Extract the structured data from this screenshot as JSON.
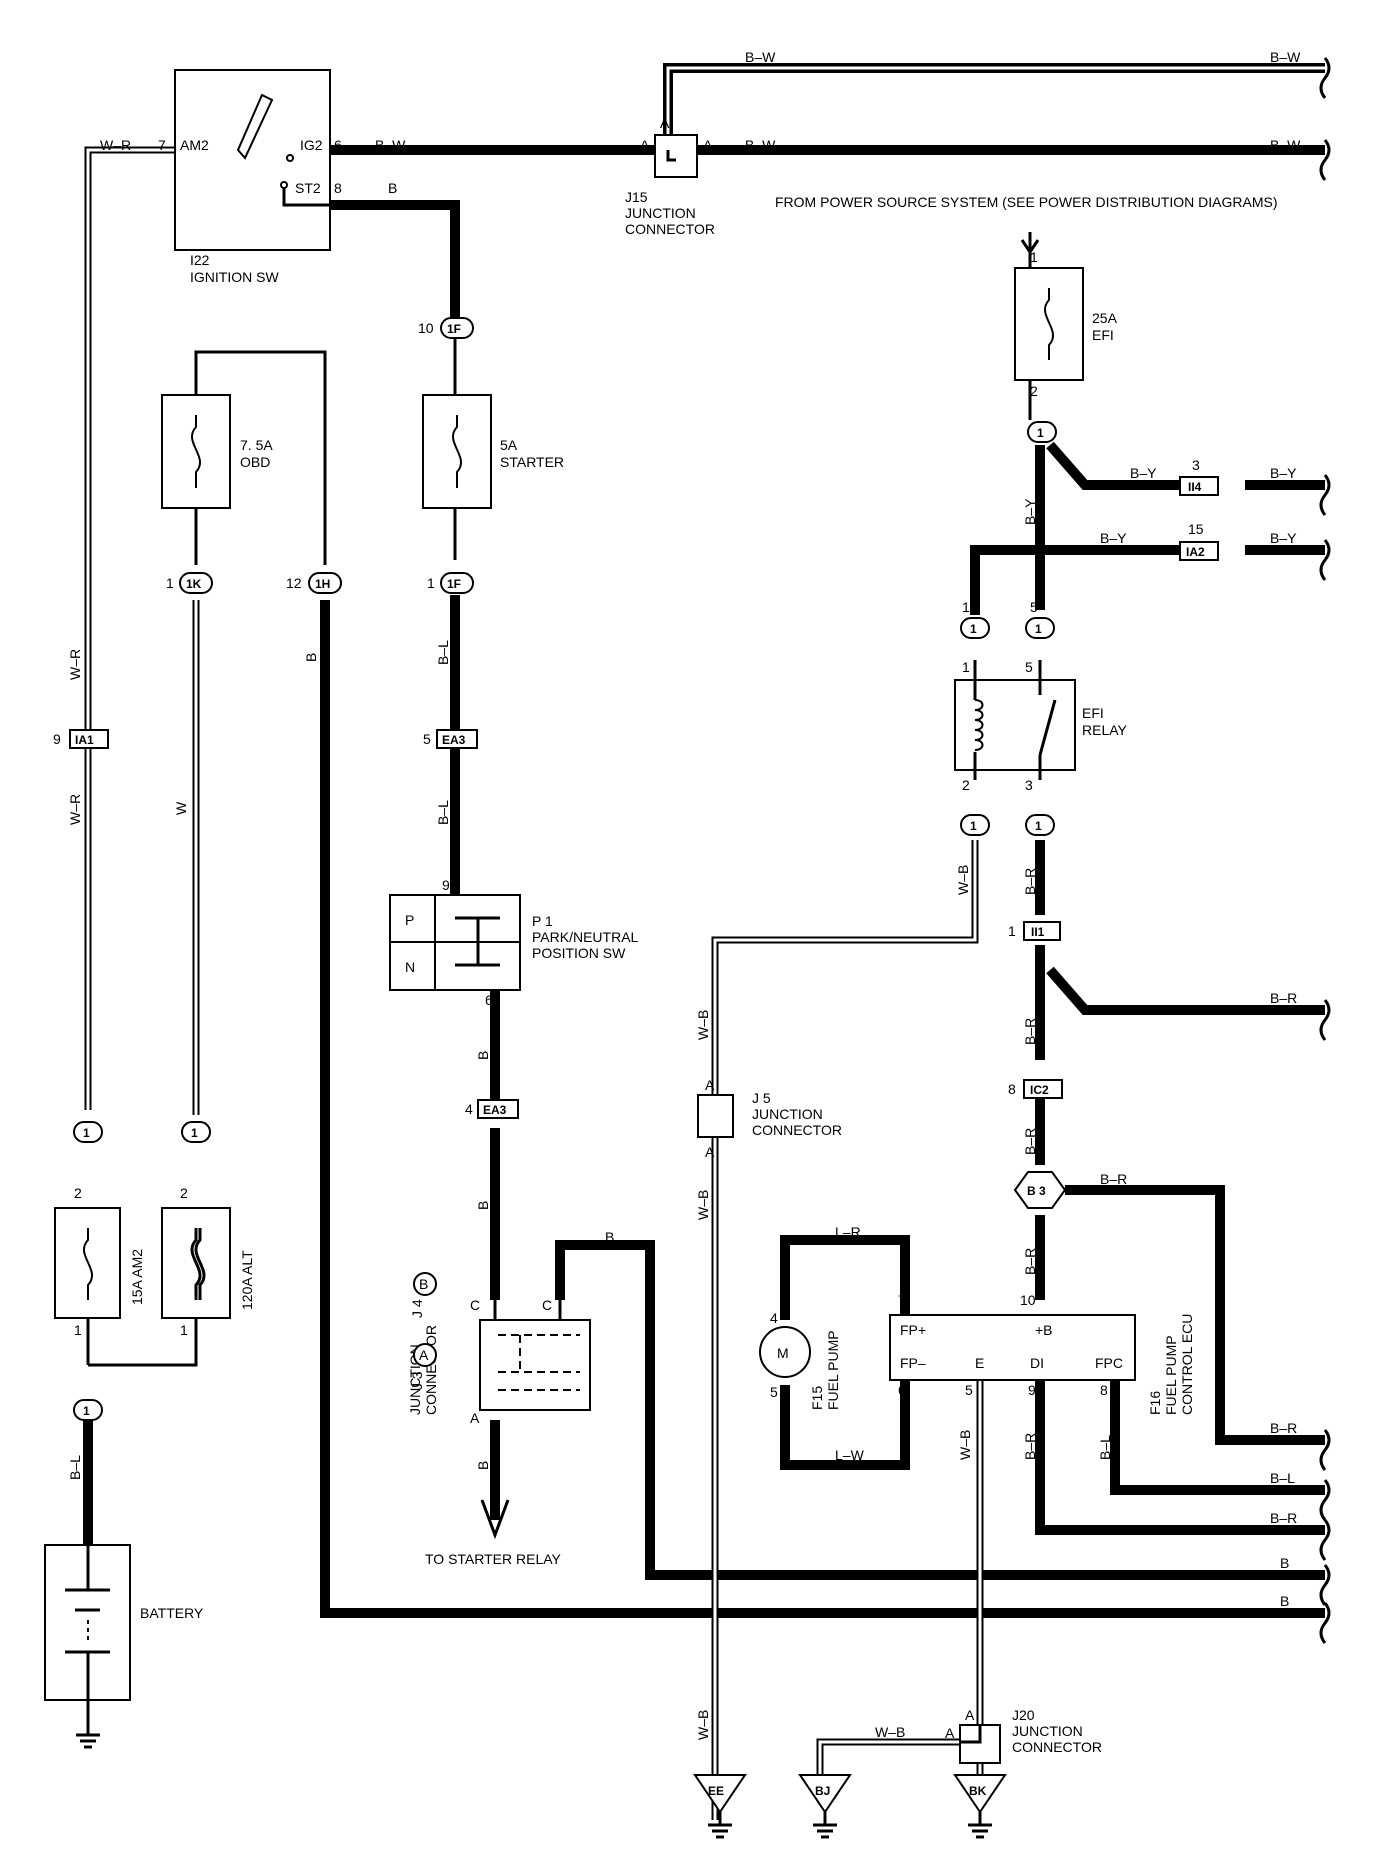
{
  "wire_colors": {
    "b_w": "B–W",
    "w_r": "W–R",
    "b": "B",
    "w": "W",
    "b_l": "B–L",
    "b_y": "B–Y",
    "w_b": "W–B",
    "b_r": "B–R",
    "l_r": "L–R",
    "l_w": "L–W"
  },
  "components": {
    "ignition_sw": {
      "id": "I22",
      "name": "IGNITION SW",
      "am2": "AM2",
      "ig2": "IG2",
      "st2": "ST2",
      "pin7": "7",
      "pin6": "6",
      "pin8": "8"
    },
    "j15": {
      "id": "J15",
      "line1": "JUNCTION",
      "line2": "CONNECTOR",
      "pinA": "A"
    },
    "power_source_note": "FROM POWER SOURCE SYSTEM  (SEE POWER DISTRIBUTION DIAGRAMS)",
    "fuse_efi": {
      "rating": "25A",
      "name": "EFI",
      "pin1": "1",
      "pin2": "2"
    },
    "fuse_obd": {
      "rating": "7. 5A",
      "name": "OBD"
    },
    "fuse_starter": {
      "rating": "5A",
      "name": "STARTER"
    },
    "fuse_am2": "15A AM2",
    "fuse_alt": "120A ALT",
    "efi_relay": {
      "line1": "EFI",
      "line2": "RELAY",
      "pin1": "1",
      "pin5": "5",
      "pin2": "2",
      "pin3": "3"
    },
    "park_neutral": {
      "id": "P 1",
      "line1": "PARK/NEUTRAL",
      "line2": "POSITION SW",
      "P": "P",
      "N": "N",
      "pin9": "9",
      "pin6": "6"
    },
    "j5": {
      "id": "J 5",
      "line1": "JUNCTION",
      "line2": "CONNECTOR",
      "pinA": "A"
    },
    "j3j4": {
      "j3": "J 3",
      "j4": "J 4",
      "line1": "JUNCTION",
      "line2": "CONNECTOR",
      "A": "A",
      "B": "B",
      "C": "C"
    },
    "to_starter_relay": "TO STARTER RELAY",
    "fuel_pump": {
      "id": "F15",
      "name": "FUEL PUMP",
      "M": "M",
      "pin4": "4",
      "pin5": "5"
    },
    "fuel_pump_ecu": {
      "id": "F16",
      "line1": "FUEL PUMP",
      "line2": "CONTROL ECU",
      "fp_plus": "FP+",
      "b_plus": "+B",
      "fp_minus": "FP–",
      "e": "E",
      "di": "DI",
      "fpc": "FPC",
      "pin7": "7",
      "pin10": "10",
      "pin6": "6",
      "pin5": "5",
      "pin9": "9",
      "pin8": "8"
    },
    "b3": "B 3",
    "battery": "BATTERY",
    "j20": {
      "id": "J20",
      "line1": "JUNCTION",
      "line2": "CONNECTOR",
      "pinA": "A"
    },
    "grounds": {
      "ee": "EE",
      "bj": "BJ",
      "bk": "BK"
    }
  },
  "connectors": {
    "c1f": "1F",
    "c1k": "1K",
    "c1h": "1H",
    "ia1": "IA1",
    "ea3": "EA3",
    "ii4": "II4",
    "ia2": "IA2",
    "ii1": "II1",
    "ic2": "IC2",
    "one": "1",
    "pins": {
      "p10": "10",
      "p1": "1",
      "p12": "12",
      "p9": "9",
      "p5": "5",
      "p4": "4",
      "p2": "2",
      "p3": "3",
      "p15": "15",
      "p8": "8"
    }
  }
}
